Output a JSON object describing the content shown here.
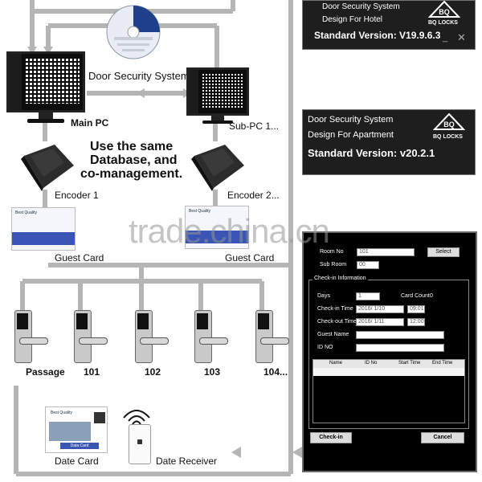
{
  "diagram": {
    "center_title": "Door Security System",
    "main_pc": "Main PC",
    "sub_pc": "Sub-PC 1...",
    "shared_note": [
      "Use the same",
      "Database, and",
      "co-management."
    ],
    "encoder1": "Encoder 1",
    "encoder2": "Encoder 2...",
    "guest_card_1": "Guest Card",
    "guest_card_2": "Guest Card",
    "locks": [
      "Passage",
      "101",
      "102",
      "103",
      "104..."
    ],
    "date_card": "Date Card",
    "date_receiver": "Date Receiver",
    "card_text": "Best Quality",
    "card_strip": "Data Card",
    "watermark": "trade.china.cn"
  },
  "banners": {
    "hotel": {
      "line1": "Door Security System",
      "line2": "Design For Hotel",
      "version": "Standard Version: V19.9.6.3"
    },
    "apartment": {
      "line1": "Door Security System",
      "line2": "Design For Apartment",
      "version": "Standard Version: v20.2.1"
    },
    "logo_text": "BQ LOCKS"
  },
  "form": {
    "room_no_label": "Room No",
    "room_no_value": "101",
    "select_button": "Select",
    "sub_room_label": "Sub Room",
    "sub_room_value": "00",
    "section_title": "Check-in Information",
    "days_label": "Days",
    "days_value": "1",
    "card_count_label": "Card Count",
    "card_count_value": "0",
    "checkin_time_label": "Check-in Time",
    "checkin_date": "2016/ 1/10",
    "checkin_clock": "09:01",
    "checkout_time_label": "Check-out Time",
    "checkout_date": "2016/ 1/11",
    "checkout_clock": "12:00",
    "guest_name_label": "Guest Name",
    "id_no_label": "ID NO",
    "table_headers": [
      "Name",
      "ID No",
      "Start Time",
      "End Time"
    ],
    "checkin_button": "Check-in",
    "cancel_button": "Cancel"
  }
}
